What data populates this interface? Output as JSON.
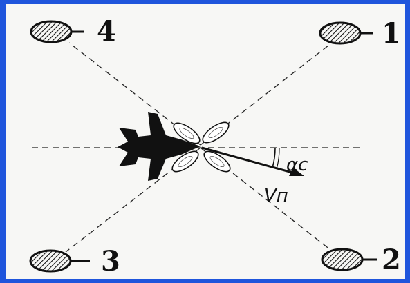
{
  "diagram": {
    "antennas": [
      {
        "id": "1",
        "label": "1"
      },
      {
        "id": "2",
        "label": "2"
      },
      {
        "id": "3",
        "label": "3"
      },
      {
        "id": "4",
        "label": "4"
      }
    ],
    "angle_label": "αc",
    "velocity_label": "Vп"
  },
  "colors": {
    "frame": "#1f55dc",
    "background": "#f7f7f5",
    "ink": "#111111"
  }
}
